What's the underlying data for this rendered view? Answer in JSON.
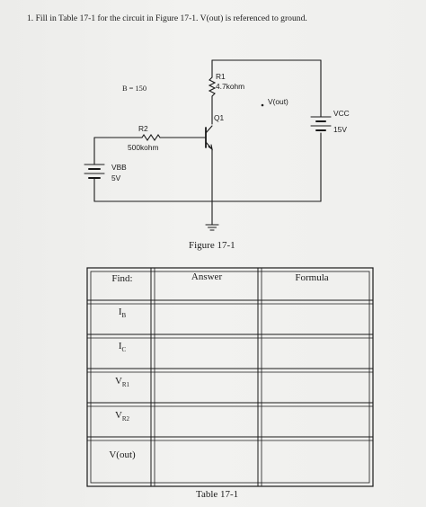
{
  "question": "1. Fill in Table 17-1 for the circuit in Figure 17-1. V(out) is referenced to ground.",
  "circuit": {
    "beta_label": "B = 150",
    "r1_name": "R1",
    "r1_value": "4.7kohm",
    "vout_label": "V(out)",
    "q1_name": "Q1",
    "vcc_name": "VCC",
    "vcc_value": "15V",
    "r2_name": "R2",
    "r2_value": "500kohm",
    "vbb_name": "VBB",
    "vbb_value": "5V"
  },
  "figure_caption": "Figure 17-1",
  "table": {
    "headers": [
      "Find:",
      "Answer",
      "Formula"
    ],
    "rows": [
      {
        "main": "I",
        "sub": "B"
      },
      {
        "main": "I",
        "sub": "C"
      },
      {
        "main": "V",
        "sub": "R1"
      },
      {
        "main": "V",
        "sub": "R2"
      },
      {
        "main": "V(out)",
        "sub": ""
      }
    ],
    "caption": "Table 17-1"
  }
}
